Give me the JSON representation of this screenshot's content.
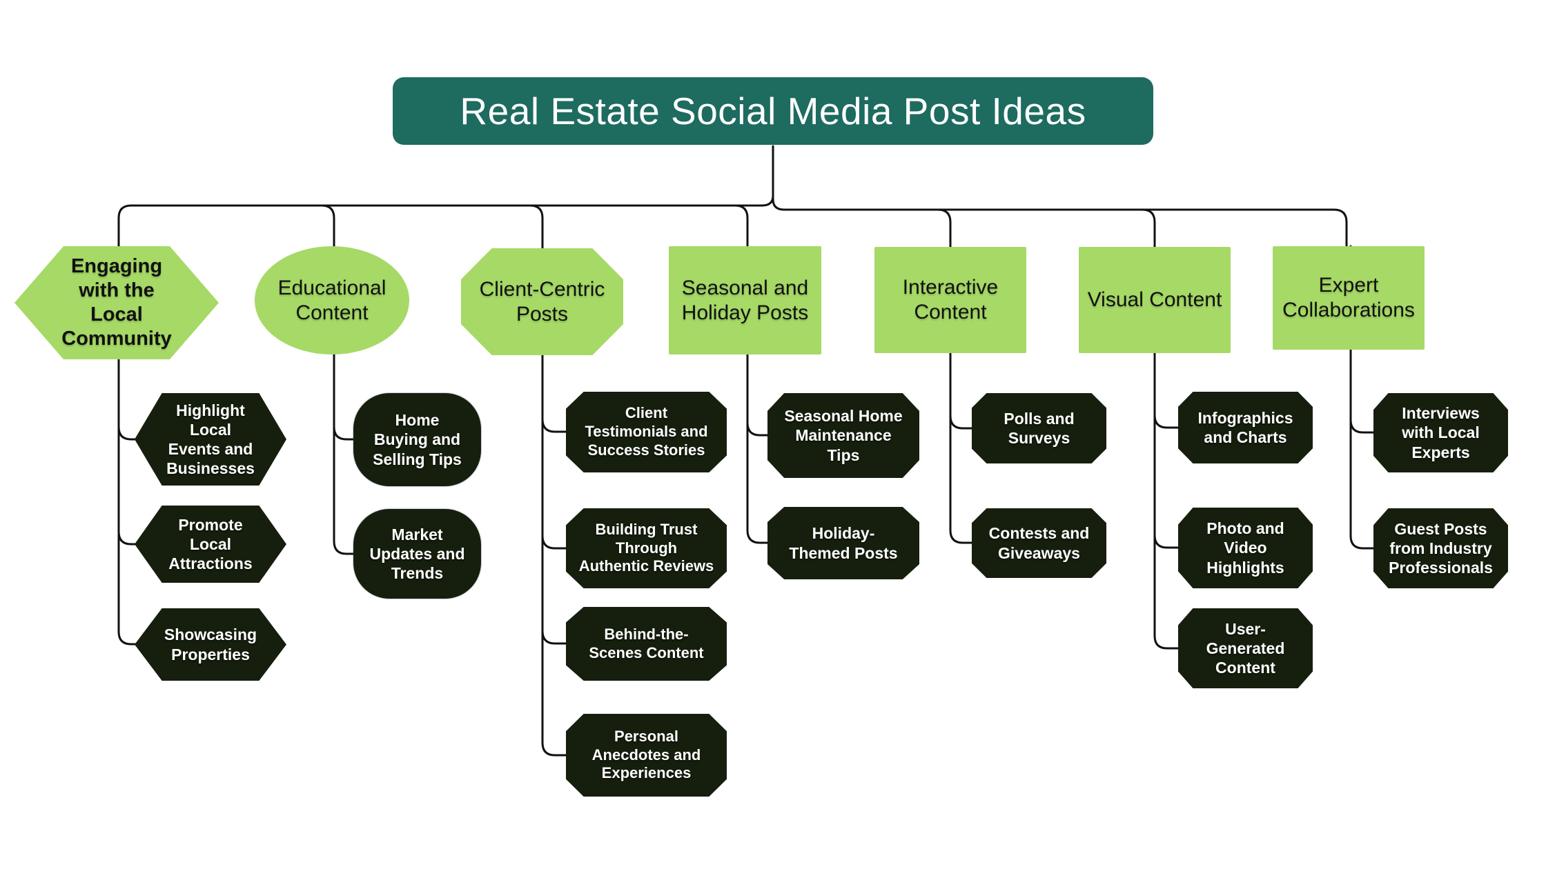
{
  "title": {
    "label": "Real Estate Social Media Post Ideas"
  },
  "colors": {
    "title_bg": "#1E6B60",
    "title_text": "#FFFFFF",
    "branch_bg": "#A6D966",
    "branch_text": "#111111",
    "node_bg": "#161F0E",
    "node_text": "#FFFFFF",
    "line": "#111111"
  },
  "branches": [
    {
      "label": "Engaging\nwith the\nLocal\nCommunity",
      "children": [
        {
          "label": "Highlight\nLocal\nEvents and\nBusinesses"
        },
        {
          "label": "Promote\nLocal\nAttractions"
        },
        {
          "label": "Showcasing\nProperties"
        }
      ]
    },
    {
      "label": "Educational\nContent",
      "children": [
        {
          "label": "Home\nBuying and\nSelling Tips"
        },
        {
          "label": "Market\nUpdates and\nTrends"
        }
      ]
    },
    {
      "label": "Client-Centric\nPosts",
      "children": [
        {
          "label": "Client\nTestimonials and\nSuccess Stories"
        },
        {
          "label": "Building Trust\nThrough\nAuthentic Reviews"
        },
        {
          "label": "Behind-the-\nScenes Content"
        },
        {
          "label": "Personal\nAnecdotes and\nExperiences"
        }
      ]
    },
    {
      "label": "Seasonal and\nHoliday Posts",
      "children": [
        {
          "label": "Seasonal Home\nMaintenance\nTips"
        },
        {
          "label": "Holiday-\nThemed Posts"
        }
      ]
    },
    {
      "label": "Interactive\nContent",
      "children": [
        {
          "label": "Polls and\nSurveys"
        },
        {
          "label": "Contests and\nGiveaways"
        }
      ]
    },
    {
      "label": "Visual Content",
      "children": [
        {
          "label": "Infographics\nand Charts"
        },
        {
          "label": "Photo and\nVideo\nHighlights"
        },
        {
          "label": "User-\nGenerated\nContent"
        }
      ]
    },
    {
      "label": "Expert\nCollaborations",
      "children": [
        {
          "label": "Interviews\nwith Local\nExperts"
        },
        {
          "label": "Guest Posts\nfrom Industry\nProfessionals"
        }
      ]
    }
  ]
}
